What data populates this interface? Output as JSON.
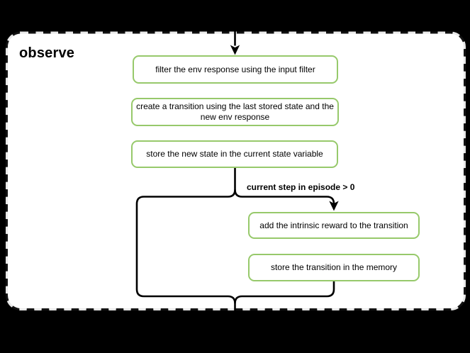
{
  "diagram": {
    "title": "observe",
    "condition_label": "current step in episode > 0",
    "nodes": [
      {
        "name": "filter-env-response",
        "label": "filter the env response using the input filter"
      },
      {
        "name": "create-transition",
        "label": "create a transition using the last stored state and the new env response"
      },
      {
        "name": "store-new-state",
        "label": "store the new state in the current state variable"
      },
      {
        "name": "add-intrinsic-reward",
        "label": "add the intrinsic reward to the transition"
      },
      {
        "name": "store-transition-memory",
        "label": "store the transition in the memory"
      }
    ],
    "colors": {
      "canvas_bg": "#000000",
      "panel_bg": "#ffffff",
      "panel_border_light": "#e9e9e9",
      "panel_border_dark": "#121212",
      "node_border": "#97c96b",
      "node_fill": "#ffffff",
      "connector": "#000000",
      "text": "#000000"
    }
  }
}
